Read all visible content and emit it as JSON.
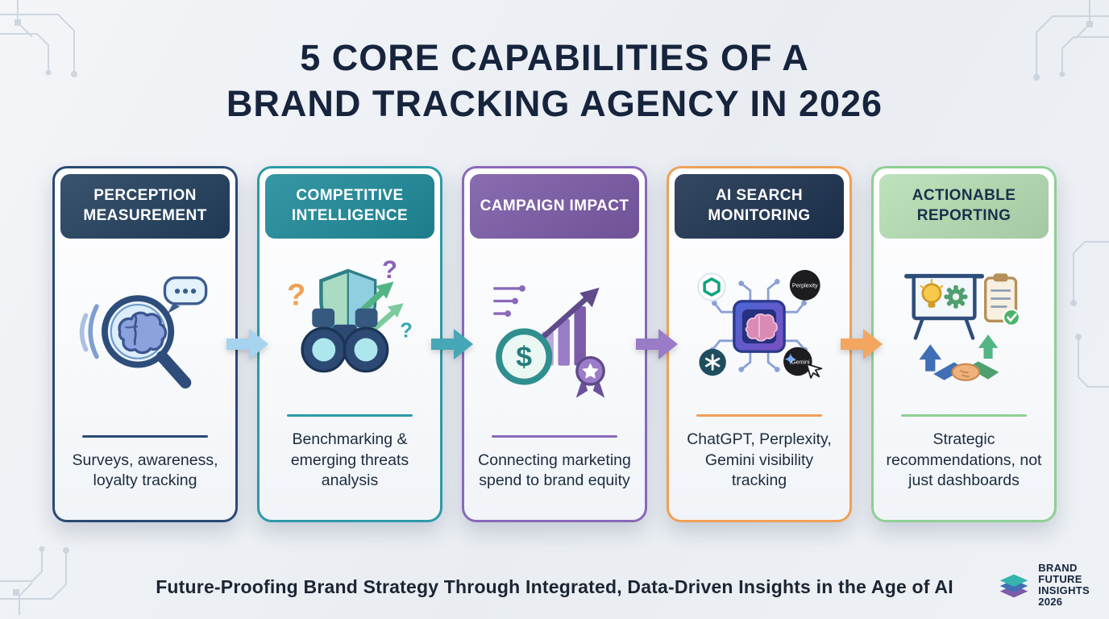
{
  "title": {
    "line1": "5 CORE CAPABILITIES OF A",
    "line2": "BRAND TRACKING AGENCY IN 2026"
  },
  "cards": [
    {
      "header": "PERCEPTION MEASUREMENT",
      "description": "Surveys, awareness, loyalty tracking",
      "icon": "magnifier-brain-search-icon",
      "accent": "#2b4a73",
      "header_bg": "#23405e",
      "header_text": "#ffffff"
    },
    {
      "header": "COMPETITIVE INTELLIGENCE",
      "description": "Benchmarking & emerging threats analysis",
      "icon": "binoculars-shield-icon",
      "accent": "#2d9aa8",
      "header_bg": "#1f8b9b",
      "header_text": "#ffffff"
    },
    {
      "header": "CAMPAIGN IMPACT",
      "description": "Connecting marketing spend to brand equity",
      "icon": "coin-chart-award-icon",
      "accent": "#8a68ba",
      "header_bg": "#7c5ba8",
      "header_text": "#ffffff"
    },
    {
      "header": "AI SEARCH MONITORING",
      "description": "ChatGPT, Perplexity, Gemini visibility tracking",
      "icon": "ai-chip-network-icon",
      "accent": "#f0a055",
      "header_bg": "#1e3350",
      "header_text": "#ffffff"
    },
    {
      "header": "ACTIONABLE REPORTING",
      "description": "Strategic recommendations, not just dashboards",
      "icon": "presentation-handshake-icon",
      "accent": "#8fcf94",
      "header_bg": "#b7dfb4",
      "header_text": "#1b2f4a"
    }
  ],
  "arrows": [
    {
      "color": "#a5d3f0"
    },
    {
      "color": "#46a7b6"
    },
    {
      "color": "#997bc8"
    },
    {
      "color": "#f2a660"
    }
  ],
  "icon_text": {
    "question_mark": "?",
    "currency_symbol": "$",
    "perplexity_label": "Perplexity",
    "gemini_label": "Gemini"
  },
  "footer": {
    "tagline": "Future-Proofing Brand Strategy Through Integrated, Data-Driven Insights in the Age of AI",
    "logo": {
      "line1": "BRAND",
      "line2": "FUTURE",
      "line3": "INSIGHTS",
      "line4": "2026"
    }
  }
}
